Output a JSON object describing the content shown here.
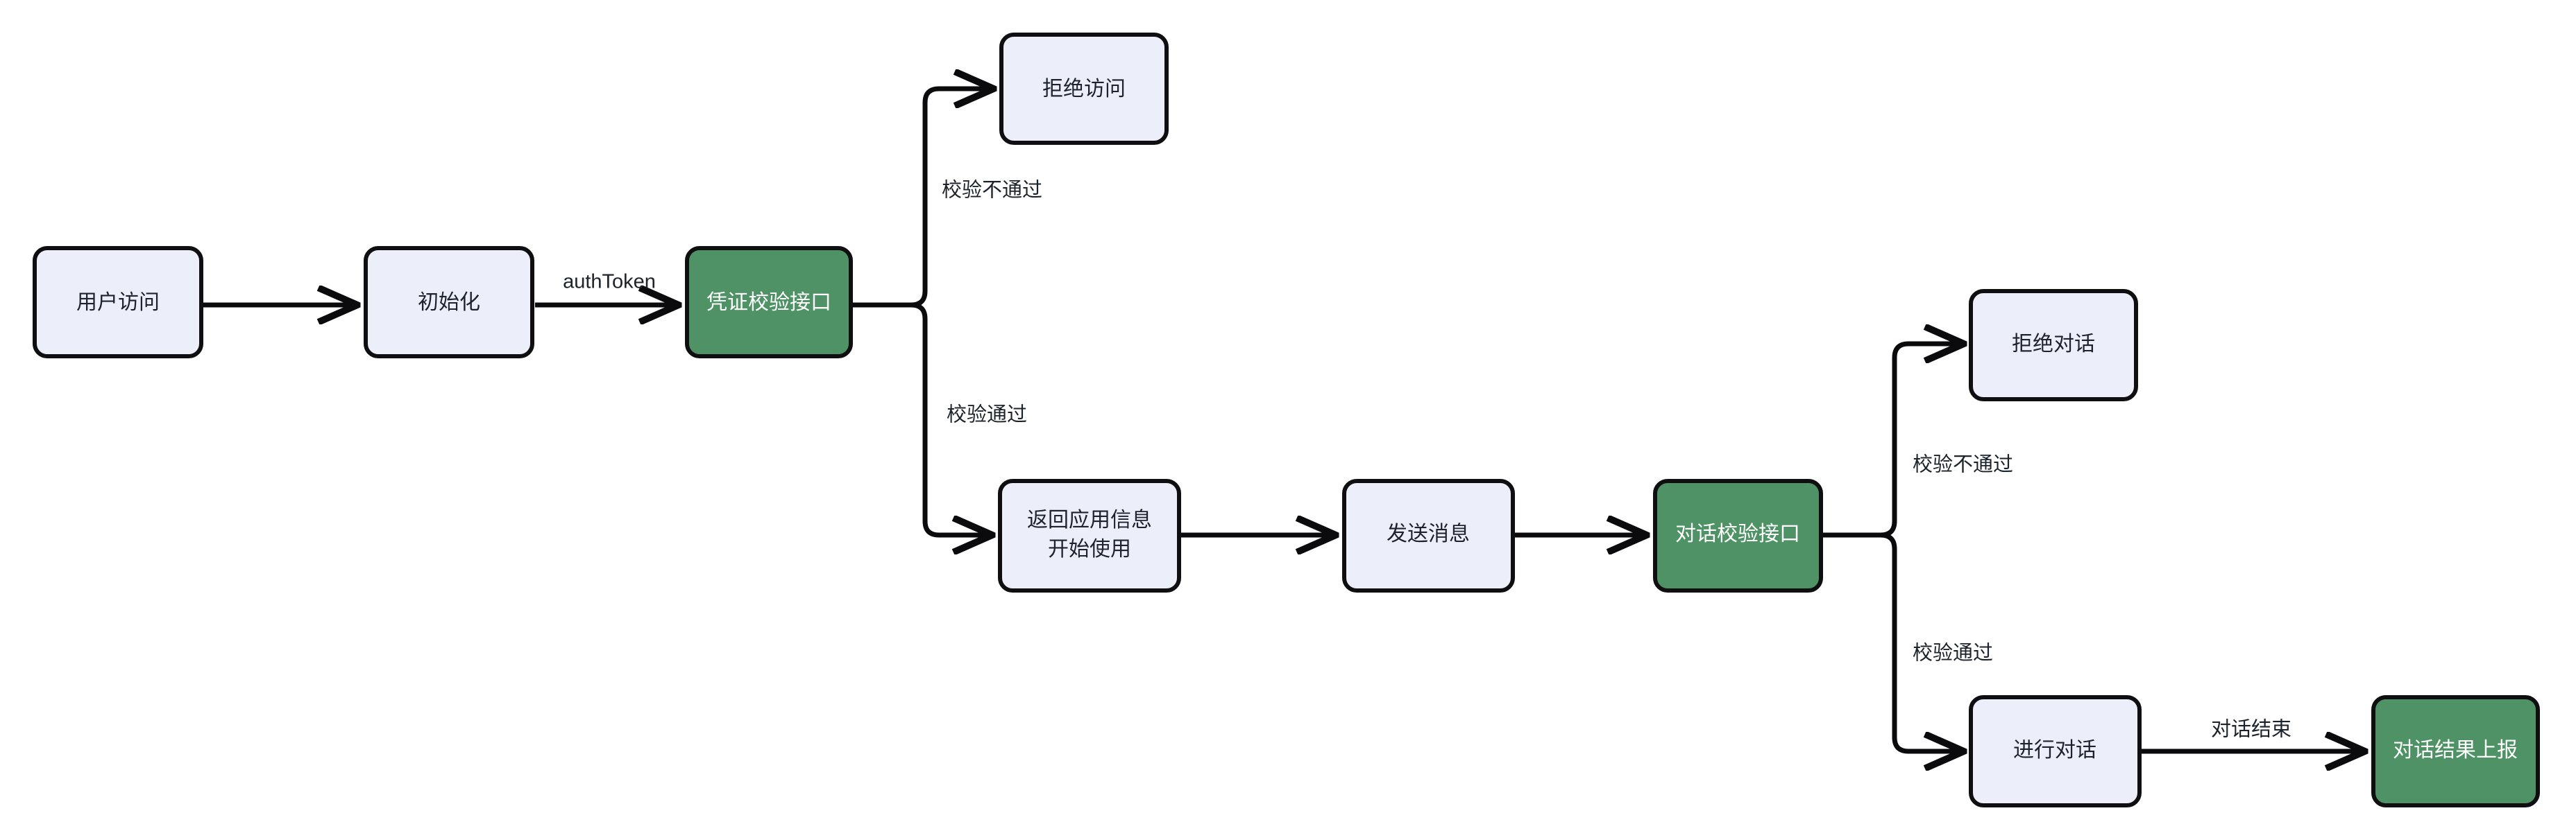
{
  "diagram": {
    "type": "flowchart",
    "orientation": "left-to-right",
    "background_color": "#ffffff",
    "colors": {
      "node_light_fill": "#eceff9",
      "node_green_fill": "#4e9265",
      "node_border": "#0f0f12",
      "edge_stroke": "#0b0b0d",
      "label_on_light": "#1d232b",
      "label_on_green": "#ffffff"
    },
    "nodes": [
      {
        "id": "user-access",
        "label": "用户访问",
        "style": "light"
      },
      {
        "id": "initialize",
        "label": "初始化",
        "style": "light"
      },
      {
        "id": "credential-verify",
        "label": "凭证校验接口",
        "style": "green"
      },
      {
        "id": "deny-access",
        "label": "拒绝访问",
        "style": "light"
      },
      {
        "id": "return-app-info",
        "label": "返回应用信息\n开始使用",
        "label_line1": "返回应用信息",
        "label_line2": "开始使用",
        "style": "light"
      },
      {
        "id": "send-message",
        "label": "发送消息",
        "style": "light"
      },
      {
        "id": "dialog-verify",
        "label": "对话校验接口",
        "style": "green"
      },
      {
        "id": "deny-dialog",
        "label": "拒绝对话",
        "style": "light"
      },
      {
        "id": "do-dialog",
        "label": "进行对话",
        "style": "light"
      },
      {
        "id": "report-result",
        "label": "对话结果上报",
        "style": "green"
      }
    ],
    "edges": [
      {
        "id": "e1",
        "from": "user-access",
        "to": "initialize",
        "label": ""
      },
      {
        "id": "e2",
        "from": "initialize",
        "to": "credential-verify",
        "label": "authToken"
      },
      {
        "id": "e3",
        "from": "credential-verify",
        "to": "deny-access",
        "label": "校验不通过"
      },
      {
        "id": "e4",
        "from": "credential-verify",
        "to": "return-app-info",
        "label": "校验通过"
      },
      {
        "id": "e5",
        "from": "return-app-info",
        "to": "send-message",
        "label": ""
      },
      {
        "id": "e6",
        "from": "send-message",
        "to": "dialog-verify",
        "label": ""
      },
      {
        "id": "e7",
        "from": "dialog-verify",
        "to": "deny-dialog",
        "label": "校验不通过"
      },
      {
        "id": "e8",
        "from": "dialog-verify",
        "to": "do-dialog",
        "label": "校验通过"
      },
      {
        "id": "e9",
        "from": "do-dialog",
        "to": "report-result",
        "label": "对话结束"
      }
    ]
  }
}
